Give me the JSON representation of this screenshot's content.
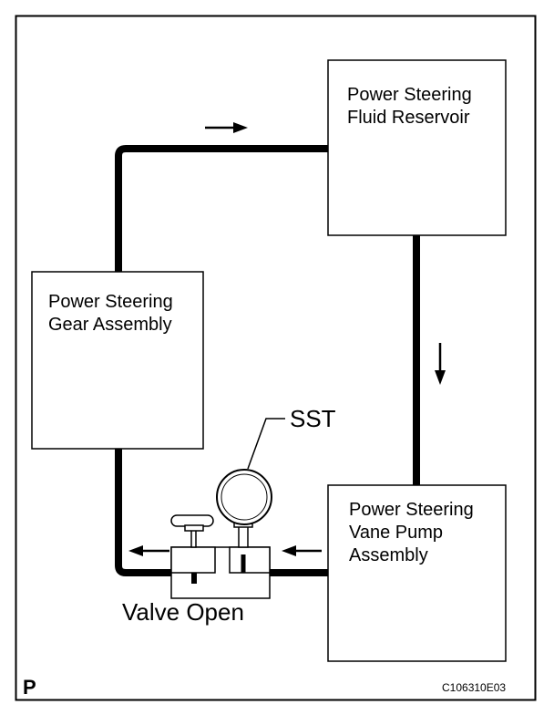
{
  "reservoir": {
    "line1": "Power Steering",
    "line2": "Fluid Reservoir"
  },
  "gear": {
    "line1": "Power Steering",
    "line2": "Gear Assembly"
  },
  "pump": {
    "line1": "Power Steering",
    "line2": "Vane Pump",
    "line3": "Assembly"
  },
  "gauge_label": "SST",
  "valve_label": "Valve Open",
  "corner_label": "P",
  "figure_code": "C106310E03",
  "icons": {
    "flow_arrow": "arrow-icon",
    "gauge": "pressure-gauge-icon",
    "valve": "valve-icon"
  }
}
